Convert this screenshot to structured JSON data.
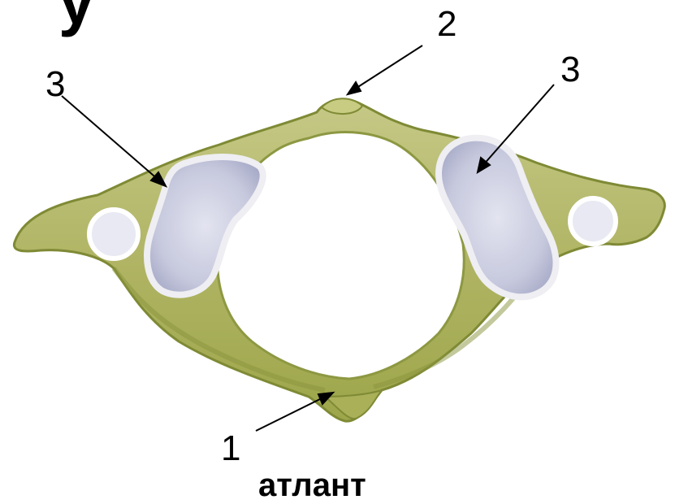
{
  "figure": {
    "title_fragment": "у",
    "caption": "атлант",
    "labels": {
      "anterior_tubercle": "1",
      "posterior_tubercle": "2",
      "facet_left": "3",
      "facet_right": "3"
    },
    "colors": {
      "bone": "#b7bb6a",
      "bone_dark": "#8f9a3a",
      "bone_light": "#d6d79a",
      "facet": "#c9cbe0",
      "facet_rim": "#e7e7ee",
      "foramen": "#ffffff",
      "ink": "#000000"
    }
  }
}
